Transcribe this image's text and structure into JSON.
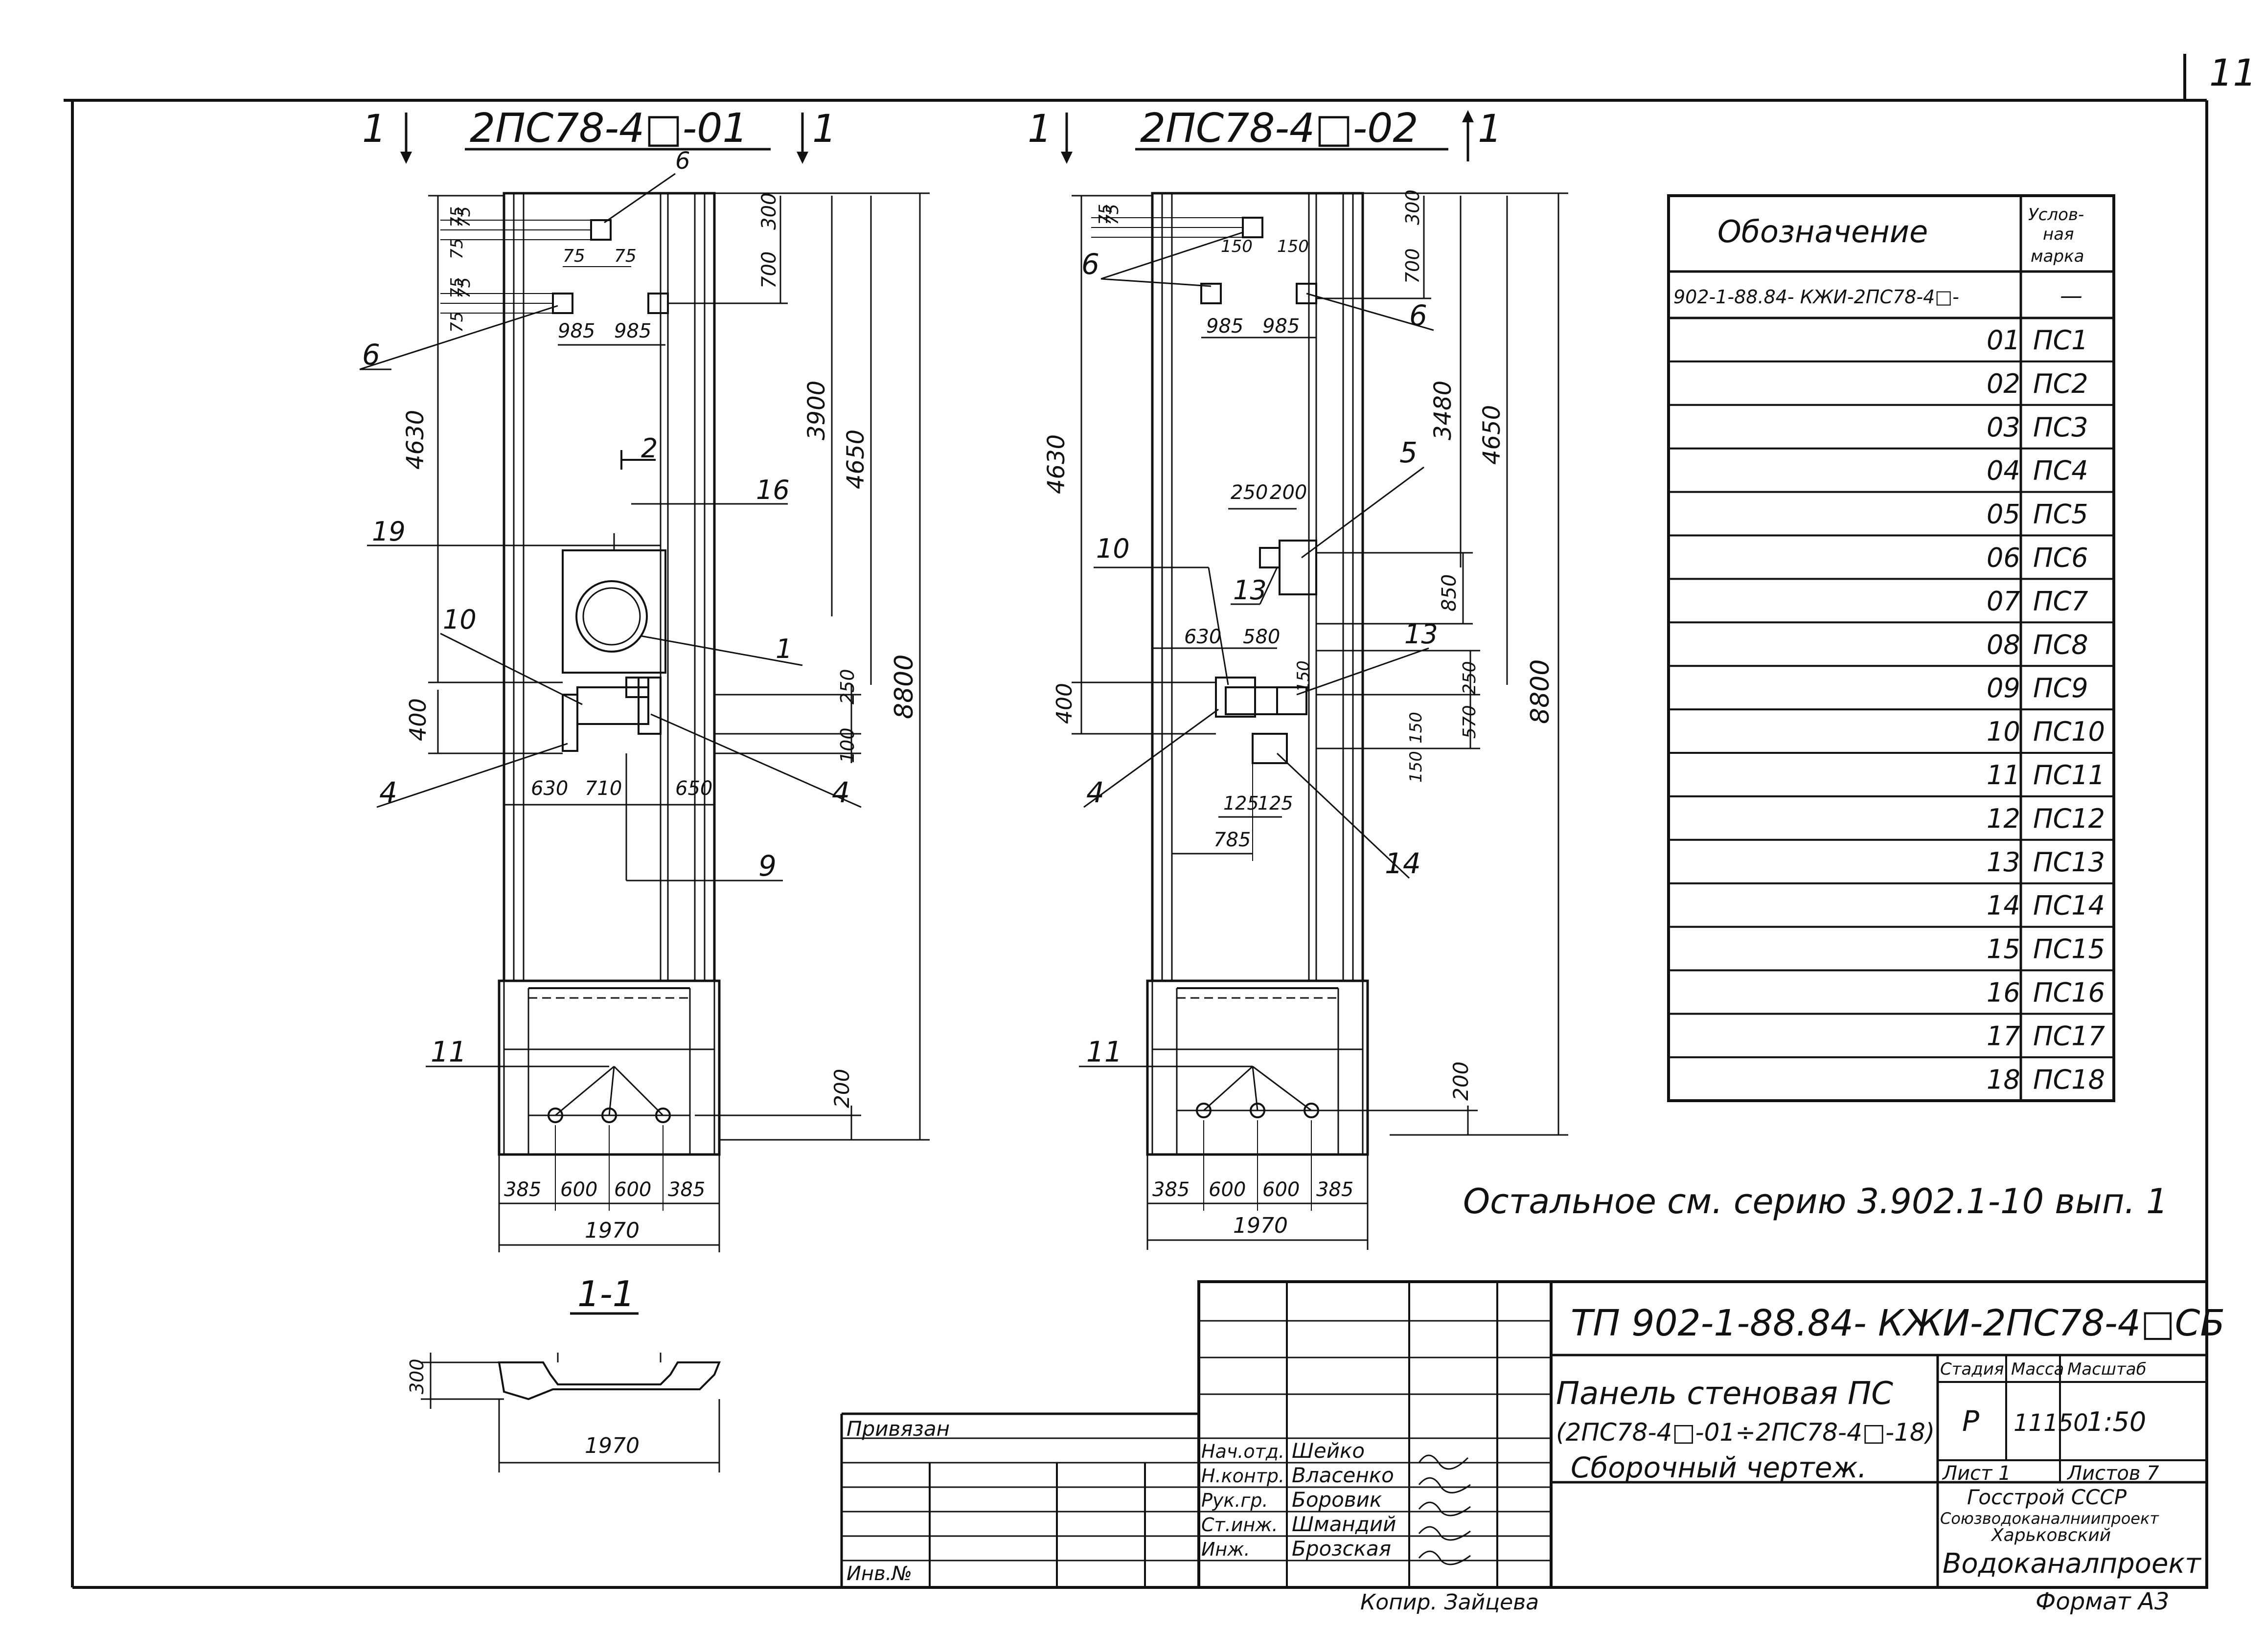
{
  "page_number": "11",
  "views": {
    "left": {
      "title": "2ПС78-4□-01",
      "section_marks": [
        "1",
        "1"
      ],
      "dims": {
        "d75a": "75",
        "d75b": "75",
        "d75c": "75",
        "d75d": "75",
        "d75e": "75",
        "d75f": "75",
        "d75g": "75",
        "d985a": "985",
        "d985b": "985",
        "d300": "300",
        "d700": "700",
        "d3900": "3900",
        "d4650": "4650",
        "d4630": "4630",
        "d400": "400",
        "d250": "250",
        "d100": "100",
        "d8800": "8800",
        "d630a": "630",
        "d710": "710",
        "d630b": "650",
        "d200": "200",
        "b385a": "385",
        "b600a": "600",
        "b600b": "600",
        "b385b": "385",
        "b1970": "1970"
      },
      "callouts": [
        "6",
        "6",
        "2",
        "16",
        "19",
        "1",
        "10",
        "4",
        "4",
        "9",
        "11"
      ]
    },
    "right": {
      "title": "2ПС78-4□-02",
      "section_marks": [
        "1",
        "1"
      ],
      "dims": {
        "d75a": "75",
        "d75b": "75",
        "d150a": "150",
        "d150b": "150",
        "d300": "300",
        "d700": "700",
        "d3480": "3480",
        "d4650": "4650",
        "d4630": "4630",
        "d985a": "985",
        "d985b": "985",
        "d250": "250",
        "d200": "200",
        "d850": "850",
        "d630": "630",
        "d580": "580",
        "d150c": "150",
        "d400": "400",
        "d250b": "250",
        "d570": "570",
        "d150d": "150",
        "d150e": "150",
        "d125a": "125",
        "d125b": "125",
        "d785": "785",
        "d8800": "8800",
        "d200b": "200",
        "b385a": "385",
        "b600a": "600",
        "b600b": "600",
        "b385b": "385",
        "b1970": "1970"
      },
      "callouts": [
        "6",
        "6",
        "5",
        "10",
        "13",
        "13",
        "4",
        "14",
        "11"
      ]
    },
    "section": {
      "title": "1-1",
      "d300": "300",
      "d1970": "1970"
    }
  },
  "spec_table": {
    "header_designation": "Обозначение",
    "header_mark": "Услов-ная марка",
    "base_designation": "902-1-88.84- КЖИ-2ПС78-4□-",
    "base_mark": "—",
    "rows": [
      {
        "suffix": "01",
        "mark": "ПС1"
      },
      {
        "suffix": "02",
        "mark": "ПС2"
      },
      {
        "suffix": "03",
        "mark": "ПС3"
      },
      {
        "suffix": "04",
        "mark": "ПС4"
      },
      {
        "suffix": "05",
        "mark": "ПС5"
      },
      {
        "suffix": "06",
        "mark": "ПС6"
      },
      {
        "suffix": "07",
        "mark": "ПС7"
      },
      {
        "suffix": "08",
        "mark": "ПС8"
      },
      {
        "suffix": "09",
        "mark": "ПС9"
      },
      {
        "suffix": "10",
        "mark": "ПС10"
      },
      {
        "suffix": "11",
        "mark": "ПС11"
      },
      {
        "suffix": "12",
        "mark": "ПС12"
      },
      {
        "suffix": "13",
        "mark": "ПС13"
      },
      {
        "suffix": "14",
        "mark": "ПС14"
      },
      {
        "suffix": "15",
        "mark": "ПС15"
      },
      {
        "suffix": "16",
        "mark": "ПС16"
      },
      {
        "suffix": "17",
        "mark": "ПС17"
      },
      {
        "suffix": "18",
        "mark": "ПС18"
      }
    ]
  },
  "note": "Остальное см. серию 3.902.1-10 вып. 1",
  "title_block": {
    "code": "ТП 902-1-88.84- КЖИ-2ПС78-4□СБ",
    "name_line1": "Панель стеновая ПС",
    "name_line2": "(2ПС78-4□-01÷2ПС78-4□-18)",
    "name_line3": "Сборочный чертеж.",
    "stage_label": "Стадия",
    "mass_label": "Масса",
    "scale_label": "Масштаб",
    "stage": "Р",
    "mass": "11150",
    "scale": "1:50",
    "sheet_label": "Лист 1",
    "sheets_label": "Листов 7",
    "org_line1": "Госстрой СССР",
    "org_line2": "Союзводоканалниипроект",
    "org_line3": "Харьковский",
    "org_line4": "Водоканалпроект",
    "tied_label": "Привязан",
    "inv_label": "Инв.№",
    "roles": [
      {
        "role": "Нач.отд.",
        "name": "Шейко"
      },
      {
        "role": "Н.контр.",
        "name": "Власенко"
      },
      {
        "role": "Рук.гр.",
        "name": "Боровик"
      },
      {
        "role": "Ст.инж.",
        "name": "Шмандий"
      },
      {
        "role": "Инж.",
        "name": "Брозская"
      }
    ]
  },
  "footer": {
    "copied": "Копир. Зайцева",
    "format": "Формат А3"
  }
}
